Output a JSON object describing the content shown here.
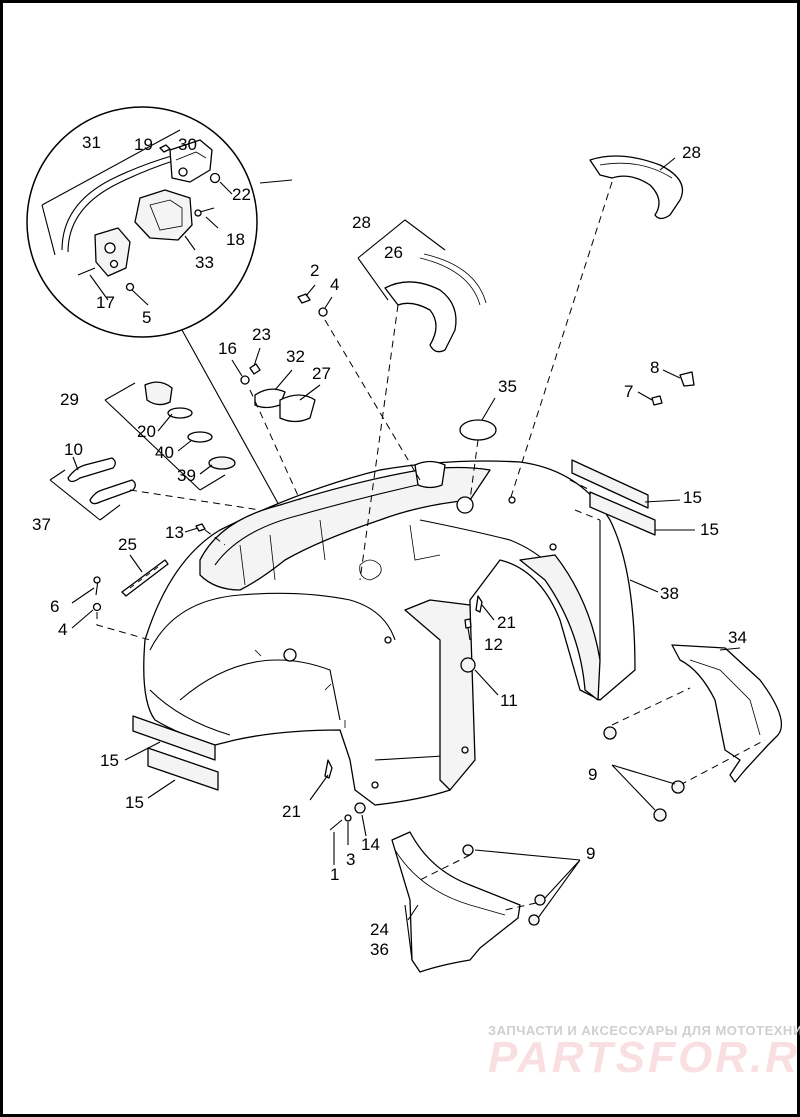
{
  "callouts": {
    "c31": "31",
    "c19": "19",
    "c30": "30",
    "c22": "22",
    "c18": "18",
    "c33": "33",
    "c17": "17",
    "c5": "5",
    "c28a": "28",
    "c28b": "28",
    "c26": "26",
    "c2": "2",
    "c4a": "4",
    "c16": "16",
    "c23": "23",
    "c32": "32",
    "c27": "27",
    "c35": "35",
    "c8": "8",
    "c7": "7",
    "c29": "29",
    "c20": "20",
    "c40": "40",
    "c39": "39",
    "c10": "10",
    "c37": "37",
    "c15a": "15",
    "c15b": "15",
    "c15c": "15",
    "c15d": "15",
    "c13": "13",
    "c25": "25",
    "c6": "6",
    "c4b": "4",
    "c38": "38",
    "c21a": "21",
    "c12": "12",
    "c11": "11",
    "c34": "34",
    "c9a": "9",
    "c21b": "21",
    "c14": "14",
    "c3": "3",
    "c1": "1",
    "c9b": "9",
    "c24": "24",
    "c36": "36"
  },
  "watermark": {
    "top_line": "ЗАПЧАСТИ И АКСЕССУАРЫ ДЛЯ МОТОТЕХНИКИ",
    "brand": "PARTSFOR.RU",
    "color": "#e8737f"
  }
}
